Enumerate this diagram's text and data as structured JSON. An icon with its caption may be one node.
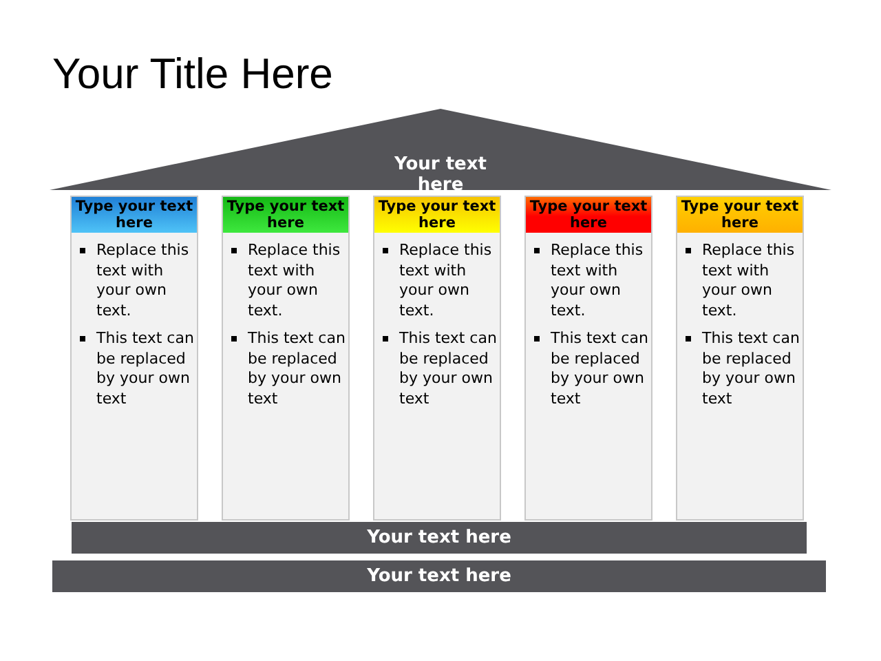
{
  "diagram": {
    "title": "Your Title Here",
    "nodes": [
      {
        "text": [
          "Your text here"
        ]
      },
      {
        "text": [
          "Type your text here",
          "Replace this text with your own text.",
          "This text can be replaced by your own text"
        ]
      },
      {
        "text": [
          "Type your text here",
          "Replace this text with your own text.",
          "This text can be replaced by your own text"
        ]
      },
      {
        "text": [
          "Type your text here",
          "Replace this text with your own text.",
          "This text can be replaced by your own text"
        ]
      },
      {
        "text": [
          "Type your text here",
          "Replace this text with your own text.",
          "This text can be replaced by your own text"
        ]
      },
      {
        "text": [
          "Type your text here",
          "Replace this text with your own text.",
          "This text can be replaced by your own text"
        ]
      },
      {
        "text": [
          "Your text here"
        ]
      },
      {
        "text": [
          "Your text here"
        ]
      }
    ]
  }
}
